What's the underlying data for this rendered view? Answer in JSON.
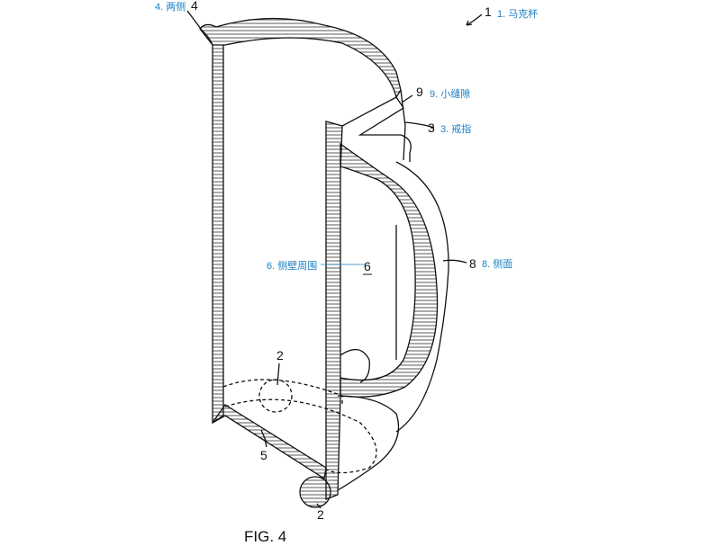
{
  "figure_caption": "FIG. 4",
  "annotations": [
    {
      "number": "1",
      "label": "1. 马克杯"
    },
    {
      "number": "4",
      "label": "4. 两侧"
    },
    {
      "number": "9",
      "label": "9. 小缝隙"
    },
    {
      "number": "3",
      "label": "3. 戒指"
    },
    {
      "number": "6",
      "label": "6. 侧壁周围"
    },
    {
      "number": "8",
      "label": "8. 侧面"
    }
  ],
  "reference_numbers": {
    "ring_top": "2",
    "ring_bottom": "2",
    "base": "5"
  },
  "colors": {
    "label": "#1a7fc4",
    "line": "#111111"
  }
}
